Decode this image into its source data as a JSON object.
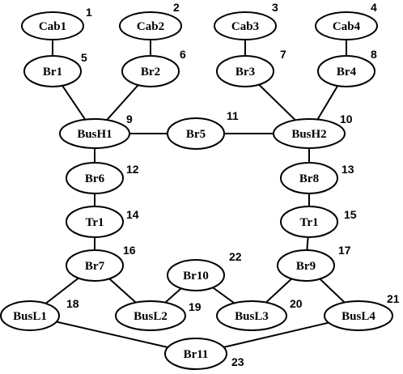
{
  "nodes": [
    {
      "id": "cab1",
      "label": "Cab1",
      "number": "1"
    },
    {
      "id": "cab2",
      "label": "Cab2",
      "number": "2"
    },
    {
      "id": "cab3",
      "label": "Cab3",
      "number": "3"
    },
    {
      "id": "cab4",
      "label": "Cab4",
      "number": "4"
    },
    {
      "id": "br1",
      "label": "Br1",
      "number": "5"
    },
    {
      "id": "br2",
      "label": "Br2",
      "number": "6"
    },
    {
      "id": "br3",
      "label": "Br3",
      "number": "7"
    },
    {
      "id": "br4",
      "label": "Br4",
      "number": "8"
    },
    {
      "id": "bush1",
      "label": "BusH1",
      "number": "9"
    },
    {
      "id": "bush2",
      "label": "BusH2",
      "number": "10"
    },
    {
      "id": "br5",
      "label": "Br5",
      "number": "11"
    },
    {
      "id": "br6",
      "label": "Br6",
      "number": "12"
    },
    {
      "id": "br8",
      "label": "Br8",
      "number": "13"
    },
    {
      "id": "tr1a",
      "label": "Tr1",
      "number": "14"
    },
    {
      "id": "tr1b",
      "label": "Tr1",
      "number": "15"
    },
    {
      "id": "br7",
      "label": "Br7",
      "number": "16"
    },
    {
      "id": "br9",
      "label": "Br9",
      "number": "17"
    },
    {
      "id": "busl1",
      "label": "BusL1",
      "number": "18"
    },
    {
      "id": "busl2",
      "label": "BusL2",
      "number": "19"
    },
    {
      "id": "busl3",
      "label": "BusL3",
      "number": "20"
    },
    {
      "id": "busl4",
      "label": "BusL4",
      "number": "21"
    },
    {
      "id": "br10",
      "label": "Br10",
      "number": "22"
    },
    {
      "id": "br11",
      "label": "Br11",
      "number": "23"
    }
  ],
  "edges": [
    [
      "cab1",
      "br1"
    ],
    [
      "cab2",
      "br2"
    ],
    [
      "cab3",
      "br3"
    ],
    [
      "cab4",
      "br4"
    ],
    [
      "br1",
      "bush1"
    ],
    [
      "br2",
      "bush1"
    ],
    [
      "br3",
      "bush2"
    ],
    [
      "br4",
      "bush2"
    ],
    [
      "bush1",
      "br5"
    ],
    [
      "br5",
      "bush2"
    ],
    [
      "bush1",
      "br6"
    ],
    [
      "br6",
      "tr1a"
    ],
    [
      "tr1a",
      "br7"
    ],
    [
      "bush2",
      "br8"
    ],
    [
      "br8",
      "tr1b"
    ],
    [
      "tr1b",
      "br9"
    ],
    [
      "br7",
      "busl1"
    ],
    [
      "br7",
      "busl2"
    ],
    [
      "br10",
      "busl2"
    ],
    [
      "br10",
      "busl3"
    ],
    [
      "br9",
      "busl3"
    ],
    [
      "br9",
      "busl4"
    ],
    [
      "busl1",
      "br11"
    ],
    [
      "busl4",
      "br11"
    ]
  ]
}
